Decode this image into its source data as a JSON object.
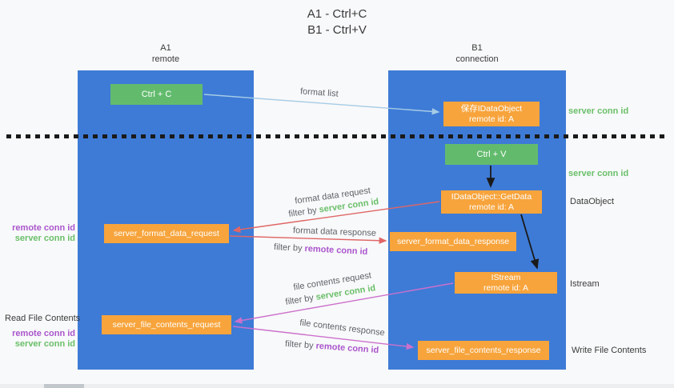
{
  "title": {
    "line1": "A1 - Ctrl+C",
    "line2": "B1 - Ctrl+V"
  },
  "lanes": {
    "left": {
      "name": "A1",
      "subtitle": "remote"
    },
    "right": {
      "name": "B1",
      "subtitle": "connection"
    }
  },
  "boxes": {
    "ctrl_c": {
      "label": "Ctrl + C"
    },
    "save_dataobject": {
      "line1": "保存IDataObject",
      "line2": "remote id: A"
    },
    "ctrl_v": {
      "label": "Ctrl + V"
    },
    "getdata": {
      "line1": "IDataObject::GetData",
      "line2": "remote id: A"
    },
    "format_request": {
      "label": "server_format_data_request"
    },
    "format_response": {
      "label": "server_format_data_response"
    },
    "istream": {
      "line1": "IStream",
      "line2": "remote id: A"
    },
    "file_request": {
      "label": "server_file_contents_request"
    },
    "file_response": {
      "label": "server_file_contents_response"
    }
  },
  "arrow_labels": {
    "format_list": "format list",
    "format_data_request": "format data request",
    "filter_server_1": {
      "prefix": "filter by ",
      "highlight": "server conn id"
    },
    "format_data_response": "format data response",
    "filter_remote_1": {
      "prefix": "filter by ",
      "highlight": "remote conn id"
    },
    "file_contents_request": "file contents request",
    "filter_server_2": {
      "prefix": "filter by ",
      "highlight": "server conn id"
    },
    "file_contents_response": "file contents response",
    "filter_remote_2": {
      "prefix": "filter by ",
      "highlight": "remote conn id"
    }
  },
  "annotations": {
    "server_conn_id_1": "server conn id",
    "server_conn_id_2": "server conn id",
    "dataobject": "DataObject",
    "istream": "Istream",
    "write_file_contents": "Write File Contents",
    "read_file_contents": "Read File Contents",
    "remote_conn_id_1": "remote conn id",
    "server_conn_id_left_1": "server conn id",
    "remote_conn_id_2": "remote conn id",
    "server_conn_id_left_2": "server conn id"
  },
  "colors": {
    "background": "#f8f9fa",
    "lane_blue": "#3e7bd6",
    "green_box": "#62bb6d",
    "orange_box": "#f7a43c",
    "green_text": "#6abf69",
    "purple_text": "#aa55cc",
    "red_arrow": "#e06666",
    "magenta_arrow": "#cc70cc",
    "blue_arrow": "#a5cbe6",
    "dark_text": "#3a3a3a",
    "black": "#1a1a1a"
  }
}
